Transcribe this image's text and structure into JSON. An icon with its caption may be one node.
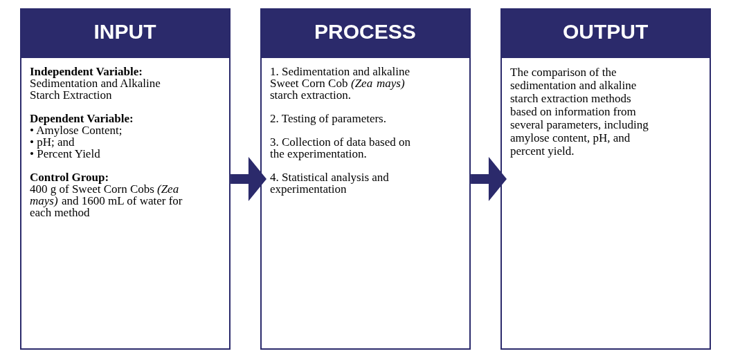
{
  "diagram": {
    "nodes": [
      {
        "text": [
          "INPUT",
          "Independent Variable:",
          "Sedimentation and Alkaline Starch Extraction",
          "Dependent Variable:",
          "• Amylose Content;",
          "• pH; and",
          "• Percent Yield",
          "Control Group:",
          "400 g of Sweet Corn Cobs *(Zea mays)* and 1600 mL of water for each method"
        ]
      },
      {
        "text": [
          "PROCESS",
          "1. Sedimentation and alkaline Sweet Corn Cob *(Zea mays)* starch extraction.",
          "2. Testing of parameters.",
          "3. Collection of data based on the experimentation.",
          "4. Statistical analysis and experimentation"
        ]
      },
      {
        "text": [
          "OUTPUT",
          "The comparison of the sedimentation and alkaline starch extraction methods based on information from several parameters, including amylose content, pH, and percent yield."
        ]
      }
    ],
    "edges": [
      {
        "from": 0,
        "to": 1,
        "arrow": "to"
      },
      {
        "from": 1,
        "to": 2,
        "arrow": "to"
      }
    ]
  }
}
